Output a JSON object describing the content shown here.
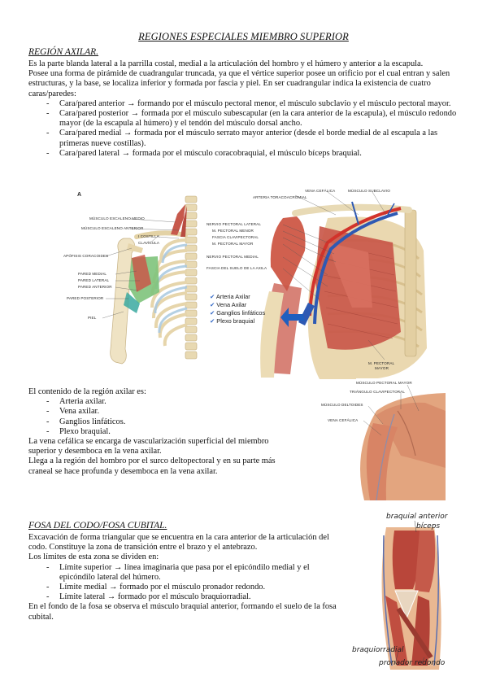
{
  "title": "REGIONES ESPECIALES MIEMBRO SUPERIOR",
  "axilar": {
    "heading": "REGIÓN AXILAR.",
    "intro": [
      "Es la parte blanda lateral a la parrilla costal, medial a la articulación del hombro y el húmero y anterior a la escapula.",
      "Posee una forma de pirámide de cuadrangular truncada, ya que el vértice superior posee un orificio por el cual entran y salen estructuras, y la base, se localiza inferior y formada por fascia y piel. En ser cuadrangular indica la existencia de cuatro caras/paredes:"
    ],
    "walls": [
      "Cara/pared anterior → formando por el músculo pectoral menor, el músculo subclavio y el músculo pectoral mayor.",
      "Cara/pared posterior → formada por el músculo subescapular (en la cara anterior de la escapula), el músculo redondo mayor (de la escapula al húmero) y el tendón del músculo dorsal ancho.",
      "Cara/pared medial → formada por el músculo serrato mayor anterior (desde el borde medial de al escapula a las primeras nueve costillas).",
      "Cara/pared lateral → formada por el músculo coracobraquial, el músculo bíceps braquial."
    ],
    "content_intro": "El contenido de la región axilar es:",
    "contents": [
      "Arteria axilar.",
      "Vena axilar.",
      "Ganglios linfáticos.",
      "Plexo braquial."
    ],
    "cefalica": [
      "La vena cefálica se encarga de vascularización superficial del miembro superior y desemboca en la vena axilar.",
      "Llega a la región del hombro por el surco deltopectoral y en su parte más craneal se hace profunda y desemboca en la vena axilar."
    ]
  },
  "figure_a": {
    "letter": "A",
    "labels": [
      "MÚSCULO ESCALENO MEDIO",
      "MÚSCULO ESCALENO ANTERIOR",
      "I COSTILLA",
      "CLAVÍCULA",
      "APÓFISIS CORACOIDES",
      "PARED MEDIAL",
      "PARED LATERAL",
      "PARED ANTERIOR",
      "PARED POSTERIOR",
      "PIEL"
    ]
  },
  "figure_b": {
    "labels_top": [
      "VENA CEFÁLICA",
      "MÚSCULO SUBCLAVIO",
      "ARTERIA TORACOACROMIAL"
    ],
    "labels_left": [
      "NERVIO PECTORAL LATERAL",
      "M. PECTORAL MENOR",
      "FASCIA CLAVIPECTORAL",
      "M. PECTORAL MAYOR",
      "NERVIO PECTORAL MEDIAL",
      "FASCIA DEL SUELO DE LA AXILA"
    ],
    "legend": [
      "Arteria Axilar",
      "Vena Axilar",
      "Ganglios linfáticos",
      "Plexo braquial"
    ],
    "bottom_label_1": "M. PECTORAL",
    "bottom_label_2": "MAYOR"
  },
  "figure_c": {
    "labels": [
      "MÚSCULO PECTORAL MAYOR",
      "TRIÁNGULO CLAVIPECTORAL",
      "MÚSCULO DELTOIDES",
      "VENA CEFÁLICA"
    ]
  },
  "codo": {
    "heading": "FOSA DEL CODO/FOSA CUBITAL.",
    "intro": [
      "Excavación de forma triangular que se encuentra en la cara anterior de la articulación del codo. Constituye la zona de transición entre el brazo y el antebrazo.",
      "Los límites de esta zona se dividen en:"
    ],
    "limits": [
      "Límite superior → línea imaginaria que pasa por el epicóndilo medial y el epicóndilo lateral del húmero.",
      "Límite medial → formado por el músculo pronador redondo.",
      "Límite lateral → formado por el músculo braquiorradial."
    ],
    "closing": "En el fondo de la fosa se observa el músculo braquial anterior, formando el suelo de la fosa cubital."
  },
  "figure_d": {
    "labels_top": [
      "braquial anterior",
      "bíceps"
    ],
    "labels_bottom": [
      "braquiorradial",
      "pronador redondo"
    ]
  },
  "colors": {
    "muscle": "#c9584a",
    "bone": "#efe3c4",
    "artery": "#d2332b",
    "vein": "#2e59b3",
    "skin": "#e3a57f"
  }
}
